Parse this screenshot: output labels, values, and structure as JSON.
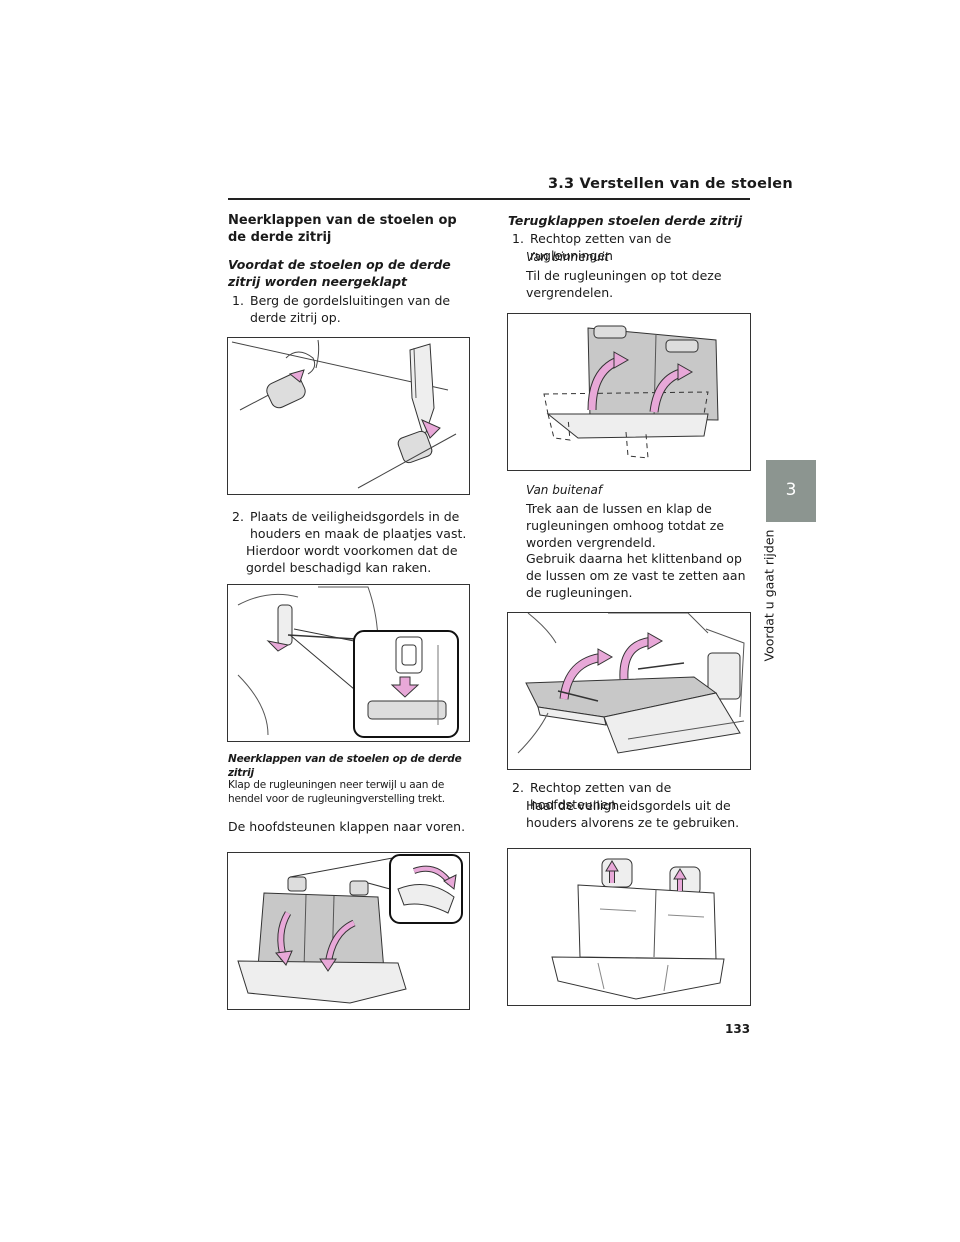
{
  "header": {
    "title": "3.3  Verstellen van de stoelen"
  },
  "side_tab": {
    "number": "3",
    "label": "Voordat u gaat rijden"
  },
  "left": {
    "heading": "Neerklappen van de stoelen op de derde zitrij",
    "subheading": "Voordat de stoelen op de derde zitrij worden neergeklapt",
    "step1": {
      "num": "1.",
      "text": "Berg de gordelsluitingen van de derde zitrij op."
    },
    "step2": {
      "num": "2.",
      "text": "Plaats de veiligheidsgordels in de houders en maak de plaatjes vast."
    },
    "step2_note": "Hierdoor wordt voorkomen dat de gordel beschadigd kan raken.",
    "caption_title": "Neerklappen van de stoelen op de derde zitrij",
    "caption_text": "Klap de rugleuningen neer terwijl u aan de hendel voor de rugleuningverstelling trekt.",
    "headrest_note": "De hoofdsteunen klappen naar voren."
  },
  "right": {
    "heading": "Terugklappen stoelen derde zitrij",
    "step1": {
      "num": "1.",
      "text": "Rechtop zetten van de rugleuningen"
    },
    "inside_label": "Van binnenuit",
    "inside_text": "Til de rugleuningen op tot deze vergrendelen.",
    "outside_label": "Van buitenaf",
    "outside_text": "Trek aan de lussen en klap de rugleuningen omhoog totdat ze worden vergrendeld.",
    "outside_text2": "Gebruik daarna het klittenband op de lussen om ze vast te zetten aan de rugleuningen.",
    "step2": {
      "num": "2.",
      "text": "Rechtop zetten van de hoofdsteunen"
    },
    "step2_note": "Haal de veiligheidsgordels uit de houders alvorens ze te gebruiken."
  },
  "page_number": "133",
  "colors": {
    "arrow_pink": "#e8a8d8",
    "seat_gray": "#c8c8c8",
    "tab_gray": "#8c9590"
  }
}
